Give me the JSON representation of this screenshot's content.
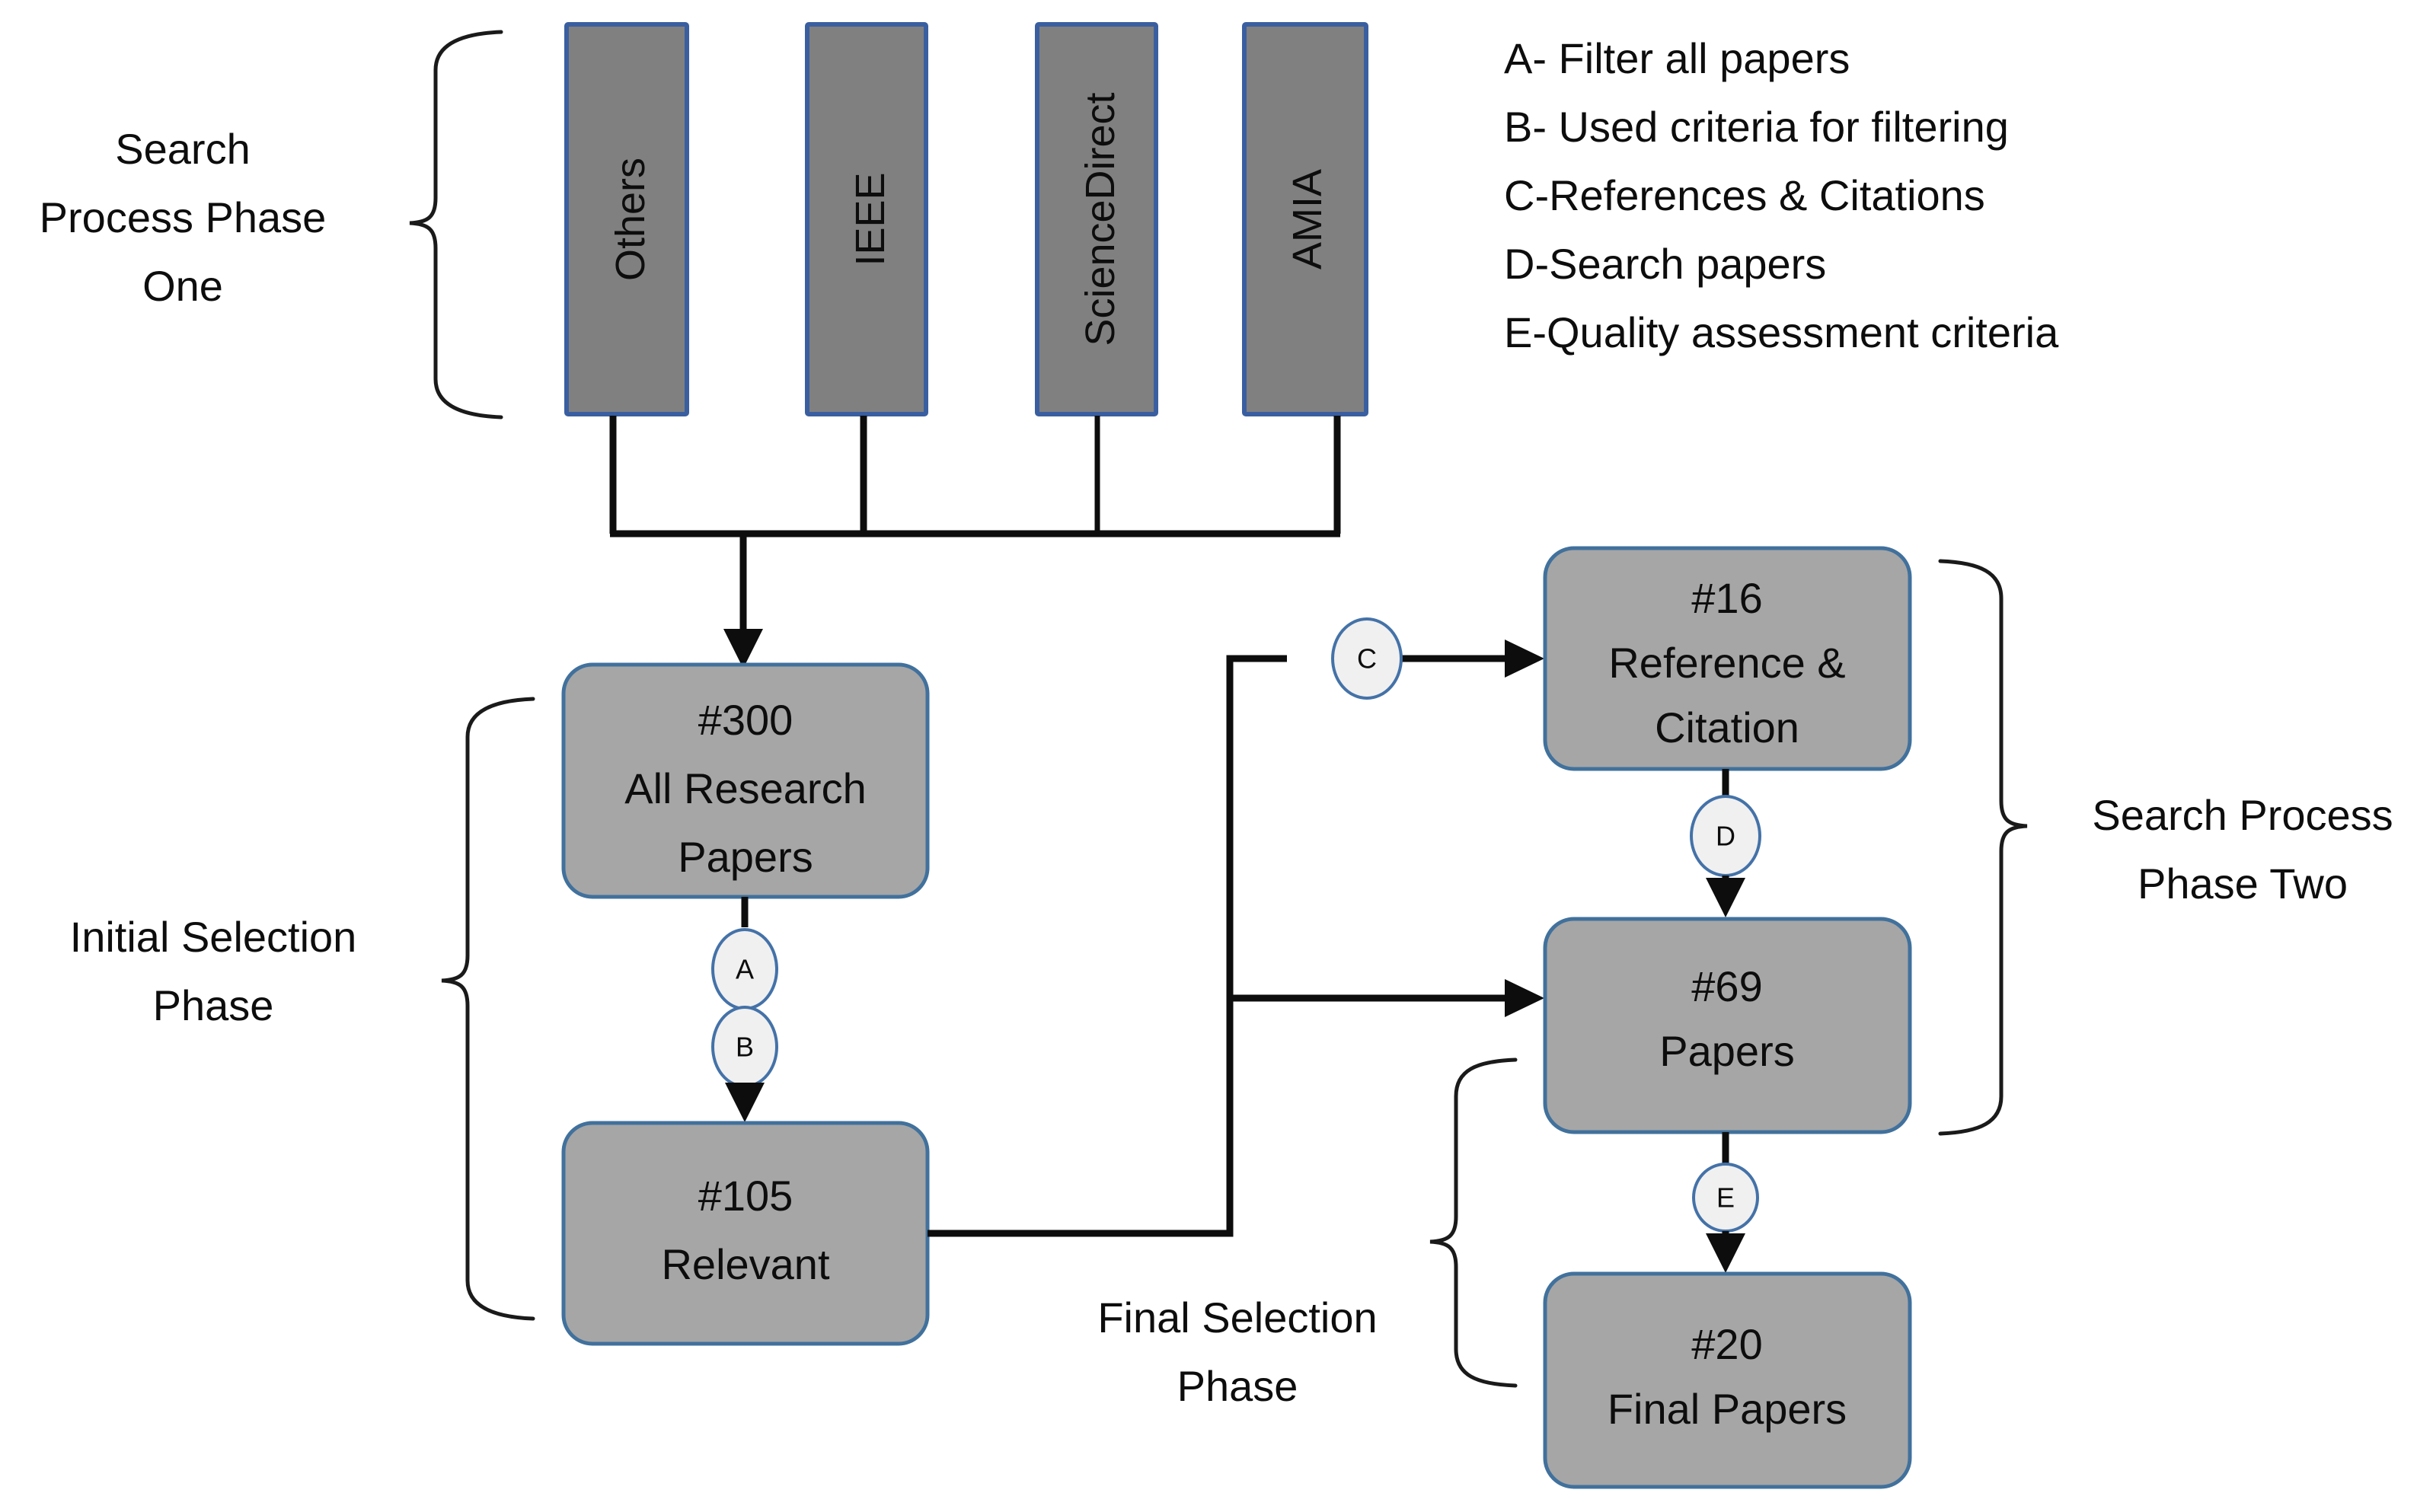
{
  "diagram": {
    "title_note": "Literature search and selection process flow",
    "colors": {
      "node_fill": "#a6a6a6",
      "node_border": "#41719c",
      "source_fill": "#808080",
      "source_border": "#3a5fa0",
      "marker_fill": "#f0f0f0",
      "marker_border": "#4472a8",
      "connector": "#0d0d0d",
      "background": "#ffffff"
    }
  },
  "sources": [
    {
      "id": "others",
      "label": "Others"
    },
    {
      "id": "ieee",
      "label": "IEEE"
    },
    {
      "id": "sciencedirect",
      "label": "ScienceDirect"
    },
    {
      "id": "amia",
      "label": "AMIA"
    }
  ],
  "nodes": {
    "all_research": {
      "count": "#300",
      "line2": "All Research",
      "line3": "Papers"
    },
    "relevant": {
      "count": "#105",
      "line2": "Relevant"
    },
    "reference_citation": {
      "count": "#16",
      "line2": "Reference &",
      "line3": "Citation"
    },
    "papers69": {
      "count": "#69",
      "line2": "Papers"
    },
    "final_papers": {
      "count": "#20",
      "line2": "Final Papers"
    }
  },
  "markers": {
    "a": "A",
    "b": "B",
    "c": "C",
    "d": "D",
    "e": "E"
  },
  "phases": {
    "phase_one": {
      "line1": "Search",
      "line2": "Process Phase",
      "line3": "One"
    },
    "initial_selection": {
      "line1": "Initial Selection",
      "line2": "Phase"
    },
    "final_selection": {
      "line1": "Final  Selection",
      "line2": "Phase"
    },
    "phase_two": {
      "line1": "Search Process",
      "line2": "Phase Two"
    }
  },
  "legend": [
    "A- Filter all papers",
    "B- Used criteria for filtering",
    "C-References & Citations",
    "D-Search papers",
    "E-Quality assessment criteria"
  ]
}
